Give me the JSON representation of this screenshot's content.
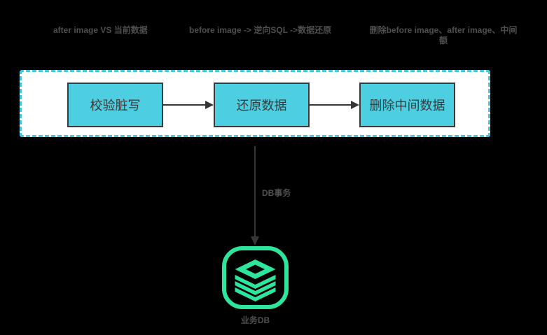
{
  "colors": {
    "background": "#000000",
    "container_fill": "#ffffff",
    "container_border": "#40c9de",
    "step_fill": "#4dcfe1",
    "step_border": "#3a3a3a",
    "step_text": "#3a3a3a",
    "caption_text": "#4f4f4f",
    "arrow": "#363636",
    "db_green": "#2ee59d"
  },
  "captions": [
    {
      "text": "after image VS 当前数据"
    },
    {
      "text": "before image -> 逆向SQL ->数据还原"
    },
    {
      "line1": "删除before image、after image、中间",
      "line2": "额"
    }
  ],
  "flow": {
    "steps": [
      {
        "label": "校验脏写"
      },
      {
        "label": "还原数据"
      },
      {
        "label": "删除中间数据"
      }
    ]
  },
  "db": {
    "arrow_label": "DB事务",
    "icon": "database-stack-icon",
    "label": "业务DB"
  }
}
